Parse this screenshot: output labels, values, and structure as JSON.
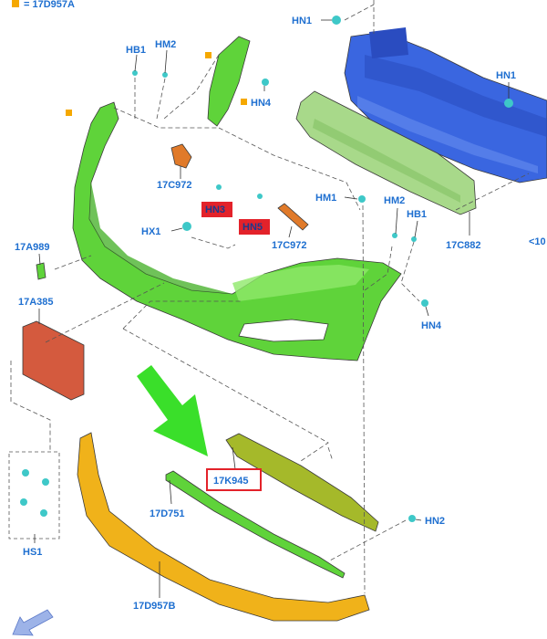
{
  "legend": {
    "text": "= 17D957A",
    "marker_color": "#f5a800"
  },
  "colors": {
    "bumper_cover": "#5fd33a",
    "reinforcement": "#3a66e0",
    "absorber": "#a8d98a",
    "lower_trim": "#f0b21a",
    "grille_strip": "#a5b92a",
    "bracket_orange": "#e07a2a",
    "license_bracket": "#d45a3e",
    "fastener": "#3ec8c8",
    "highlight_red": "#e3222a",
    "arrow_green": "#3adf2a",
    "nav_arrow": "#9db3e8"
  },
  "labels": {
    "hn1_top": "HN1",
    "hb1_left": "HB1",
    "hm2_left": "HM2",
    "hn4_top": "HN4",
    "hn1_right": "HN1",
    "17c972_left": "17C972",
    "hn3": "HN3",
    "hn5": "HN5",
    "hx1": "HX1",
    "17c972_mid": "17C972",
    "hm1": "HM1",
    "hm2_right": "HM2",
    "hb1_right": "HB1",
    "17c882": "17C882",
    "lt10": "<10",
    "17a989": "17A989",
    "17a385": "17A385",
    "hn4_bottom": "HN4",
    "17k945": "17K945",
    "17d751": "17D751",
    "hn2": "HN2",
    "hs1": "HS1",
    "17d957b": "17D957B"
  }
}
